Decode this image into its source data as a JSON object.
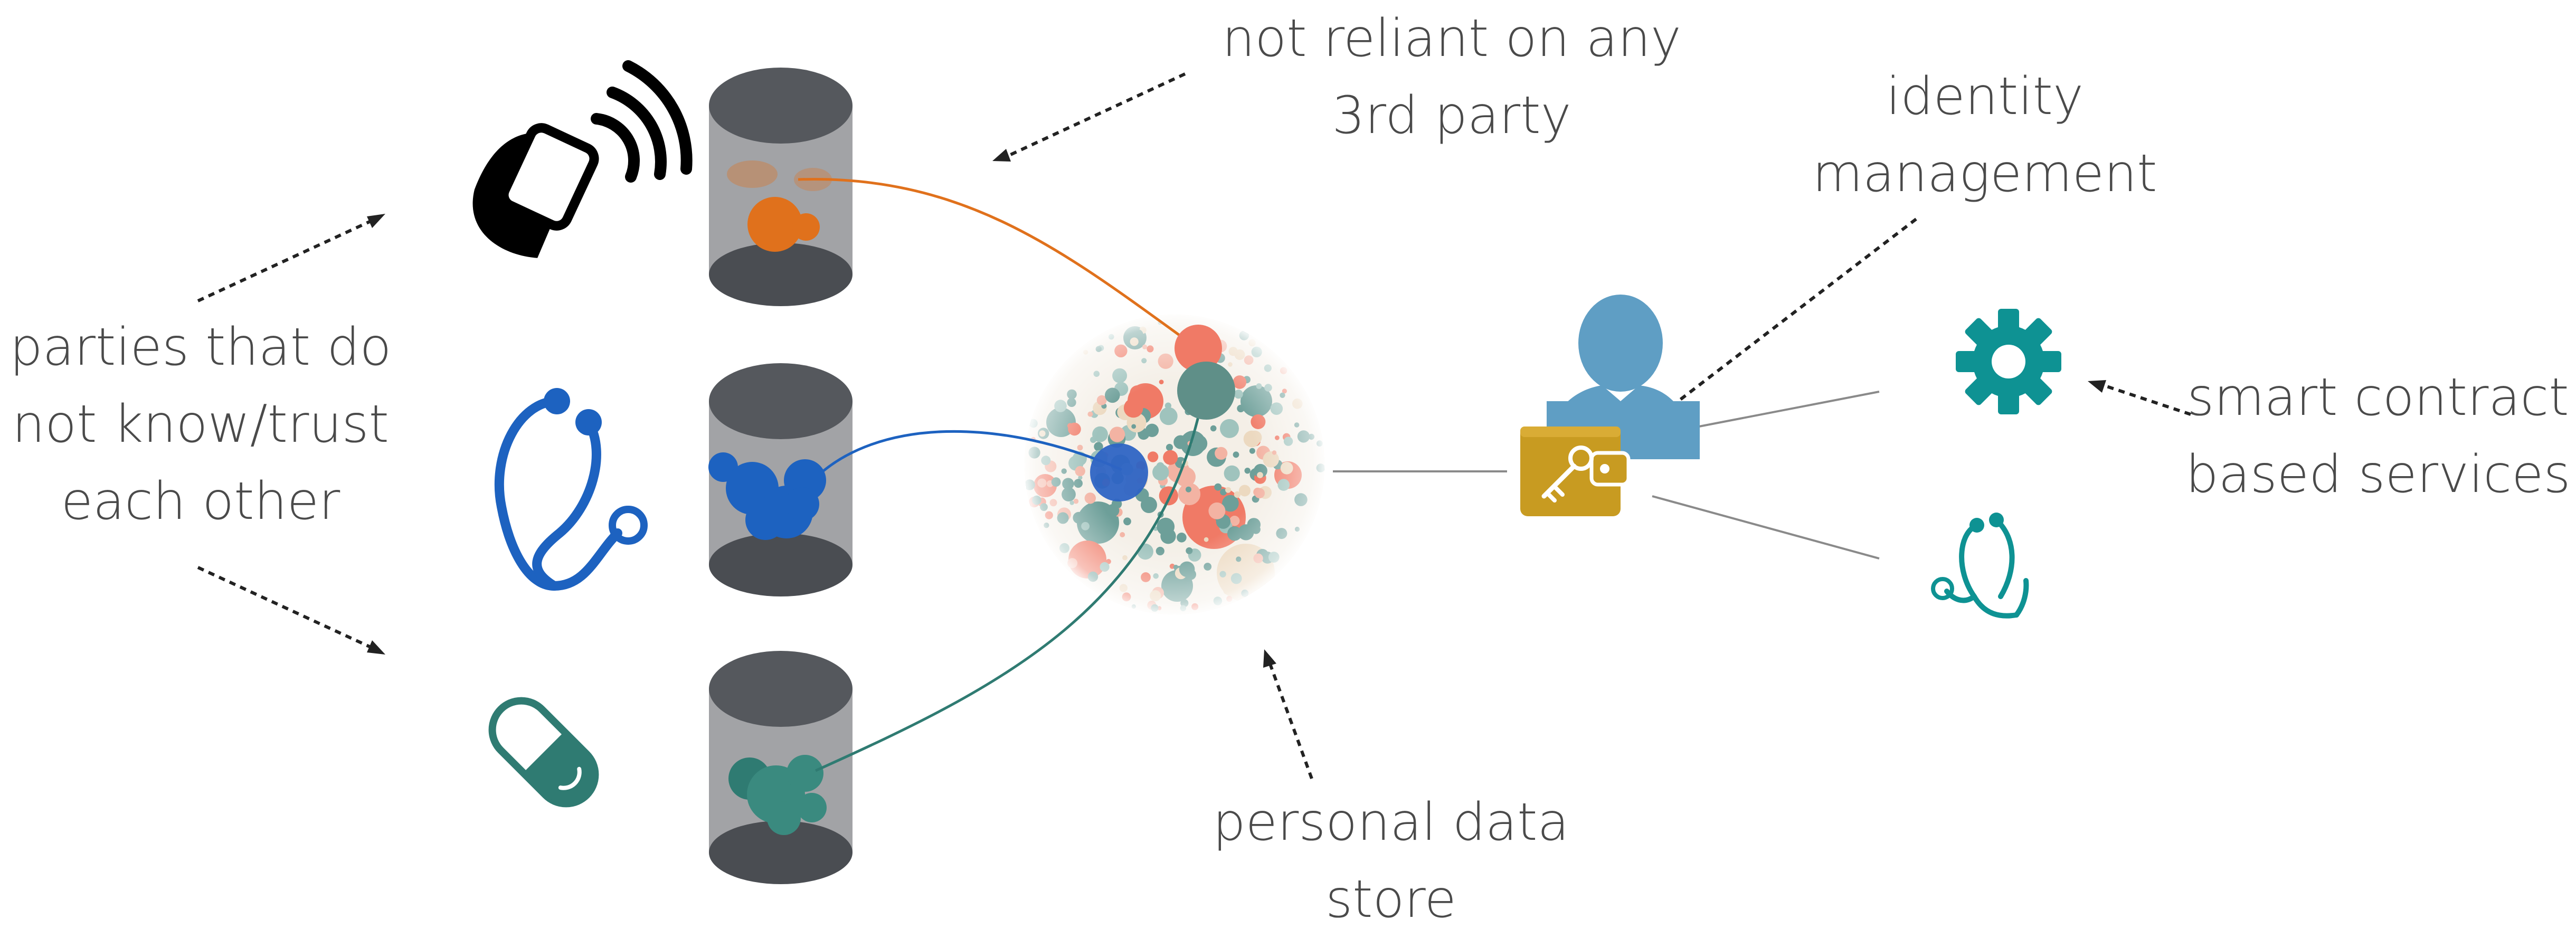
{
  "labels": {
    "not_reliant": [
      "not reliant on any",
      "3rd party"
    ],
    "parties": [
      "parties that do",
      "not know/trust",
      "each other"
    ],
    "identity": [
      "identity",
      "management"
    ],
    "smart": [
      "smart contract",
      "based services"
    ],
    "personal": [
      "personal data",
      "store"
    ]
  },
  "colors": {
    "orange": "#e0711c",
    "blue": "#1d62c0",
    "teal_dark": "#2f7b72",
    "teal": "#0e9293",
    "person": "#5f9ec4",
    "wallet": "#c89b21",
    "cylinder": "#55585d",
    "sphere_red": "#f07a66",
    "sphere_teal": "#6d9f99",
    "sphere_beige": "#ecd9c0",
    "watch": "#000000"
  },
  "icons": {
    "watch": "smartwatch-wireless-icon",
    "stethoscope_left": "stethoscope-icon",
    "pill": "pill-capsule-icon",
    "person": "user-person-icon",
    "wallet": "wallet-key-icon",
    "gear": "gear-icon",
    "stethoscope_right": "stethoscope-service-icon"
  }
}
